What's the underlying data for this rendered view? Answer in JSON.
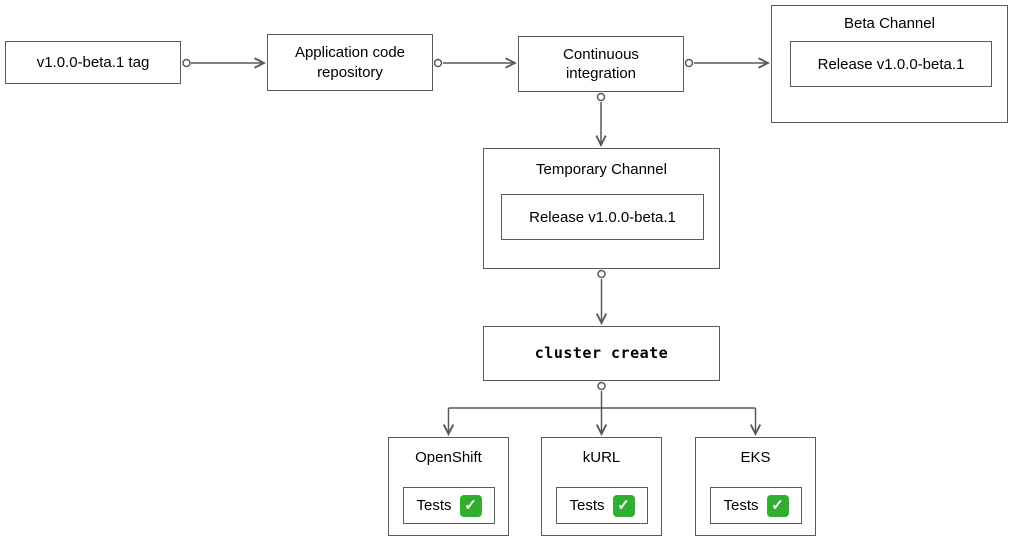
{
  "diagram": {
    "nodes": {
      "tag": {
        "label": "v1.0.0-beta.1 tag"
      },
      "repository": {
        "label": "Application code\nrepository"
      },
      "ci": {
        "label": "Continuous\nintegration"
      },
      "beta_channel": {
        "title": "Beta Channel",
        "release_label": "Release v1.0.0-beta.1"
      },
      "temporary_channel": {
        "title": "Temporary Channel",
        "release_label": "Release v1.0.0-beta.1"
      },
      "cluster_create": {
        "label": "cluster create"
      },
      "openshift": {
        "title": "OpenShift",
        "tests_label": "Tests",
        "check_icon": "✓"
      },
      "kurl": {
        "title": "kURL",
        "tests_label": "Tests",
        "check_icon": "✓"
      },
      "eks": {
        "title": "EKS",
        "tests_label": "Tests",
        "check_icon": "✓"
      }
    },
    "colors": {
      "node_border": "#595959",
      "connector": "#595959",
      "node_background": "#ffffff",
      "text": "#000000",
      "check_background": "#2fae2f",
      "check_mark": "#ffffff"
    }
  }
}
